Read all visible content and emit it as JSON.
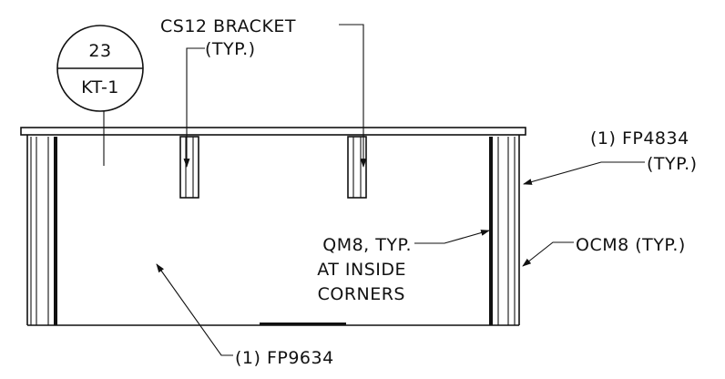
{
  "detail_tag": {
    "number": "23",
    "sheet": "KT-1"
  },
  "callouts": {
    "bracket_line1": "CS12 BRACKET",
    "bracket_line2": "(TYP.)",
    "end_panel_line1": "(1) FP4834",
    "end_panel_line2": "(TYP.)",
    "qm8_line1": "QM8, TYP.",
    "qm8_line2": "AT INSIDE",
    "qm8_line3": "CORNERS",
    "ocm8": "OCM8 (TYP.)",
    "bottom_panel": "(1) FP9634"
  },
  "colors": {
    "ink": "#111111",
    "paper": "#ffffff"
  }
}
